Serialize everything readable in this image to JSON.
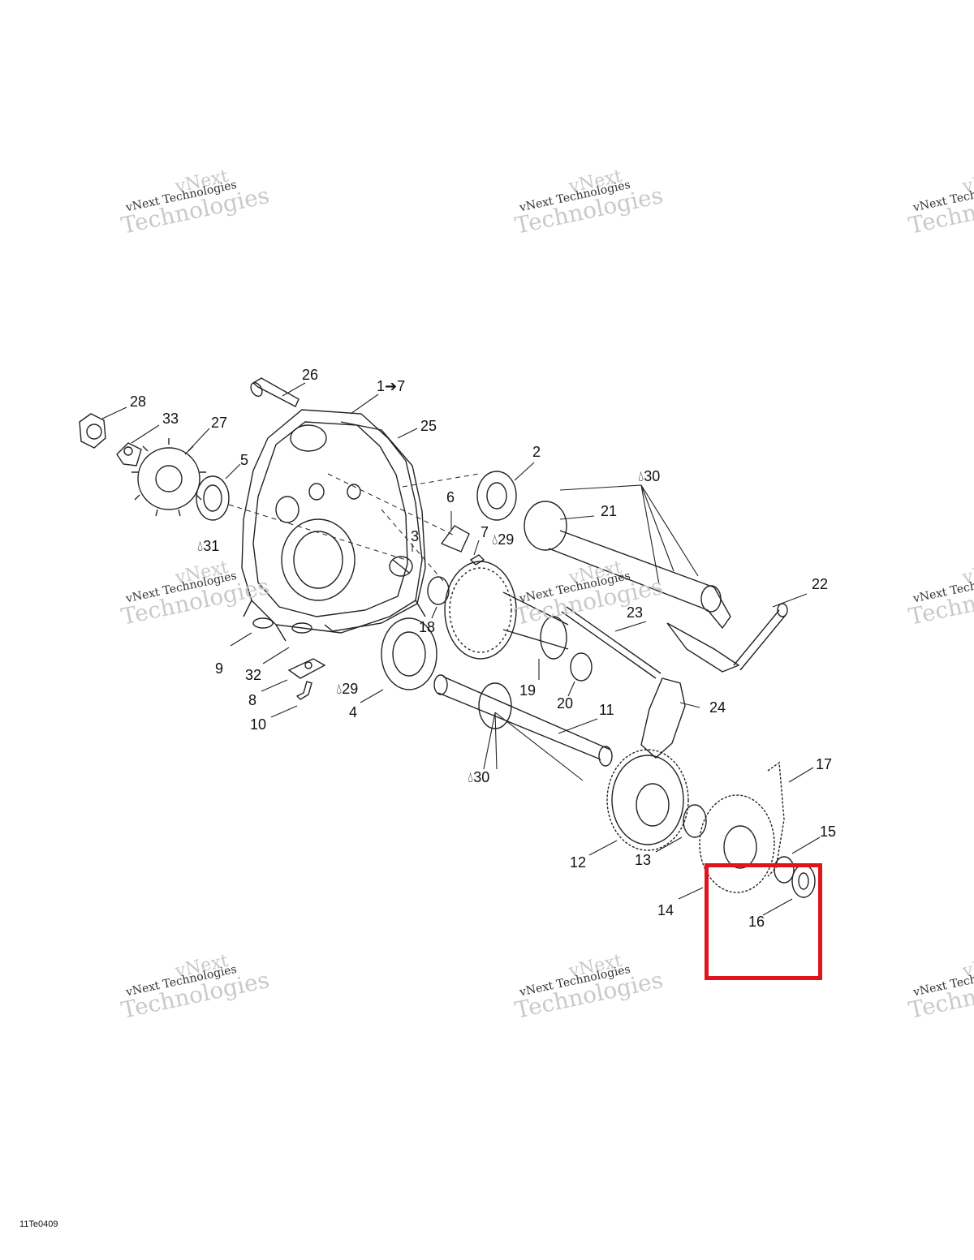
{
  "diagram_code": "11Te0409",
  "watermark": {
    "line1": "vNext",
    "line2": "vNext Technologies",
    "line3": "Technologies"
  },
  "highlight_color": "#e0141b",
  "callouts": {
    "c1": "1➔7",
    "c2": "2",
    "c3": "3",
    "c4": "4",
    "c5": "5",
    "c6": "6",
    "c7": "7",
    "c8": "8",
    "c9": "9",
    "c10": "10",
    "c11": "11",
    "c12": "12",
    "c13": "13",
    "c14": "14",
    "c15": "15",
    "c16": "16",
    "c17": "17",
    "c18": "18",
    "c19": "19",
    "c20": "20",
    "c21": "21",
    "c22": "22",
    "c23": "23",
    "c24": "24",
    "c25": "25",
    "c26": "26",
    "c27": "27",
    "c28": "28",
    "c29a": "29",
    "c29b": "29",
    "c30a": "30",
    "c30b": "30",
    "c31": "31",
    "c32": "32",
    "c33": "33"
  }
}
